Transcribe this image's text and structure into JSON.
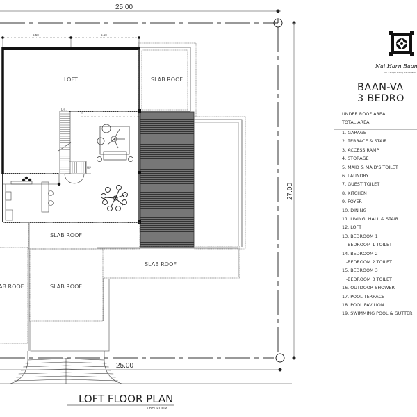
{
  "drawing": {
    "width_dimension": "25.00",
    "depth_dimension": "27.00",
    "bay_dimensions": [
      "5.50",
      "5.50"
    ],
    "rooms": {
      "loft": "LOFT",
      "slab_roof": "SLAB ROOF",
      "slab_roof_partial": "AB ROOF"
    },
    "stair_labels": {
      "down": "Dn.",
      "up": "UP"
    },
    "plan_title": "LOFT FLOOR PLAN",
    "plan_subtitle": "3 BEDROOM",
    "colors": {
      "line": "#222222",
      "hatch": "#555555",
      "grey_line": "#999999"
    }
  },
  "brand": {
    "logo_text": "Nai Harn Baan",
    "logo_tagline": "for Tranquil Living and Blissful",
    "project_title": "BAAN-VA",
    "project_subtitle": "3 BEDRO"
  },
  "areas": {
    "under_roof_area": "UNDER ROOF AREA",
    "total_area": "TOTAL AREA"
  },
  "room_schedule": [
    "1. GARAGE",
    "2. TERRACE & STAIR",
    "3. ACCESS RAMP",
    "4. STORAGE",
    "5. MAID & MAID'S TOILET",
    "6. LAUNDRY",
    "7. GUEST TOILET",
    "8. KITCHEN",
    "9. FOYER",
    "10. DINING",
    "11. LIVING, HALL & STAIR",
    "12. LOFT",
    "13. BEDROOM 1",
    "-BEDROOM 1 TOILET",
    "14. BEDROOM 2",
    "-BEDROOM 2 TOILET",
    "15. BEDROOM 3",
    "-BEDROOM 3 TOILET",
    "16. OUTDOOR SHOWER",
    "17. POOL TERRACE",
    "18. POOL PAVILION",
    "19. SWIMMING POOL & GUTTER"
  ]
}
